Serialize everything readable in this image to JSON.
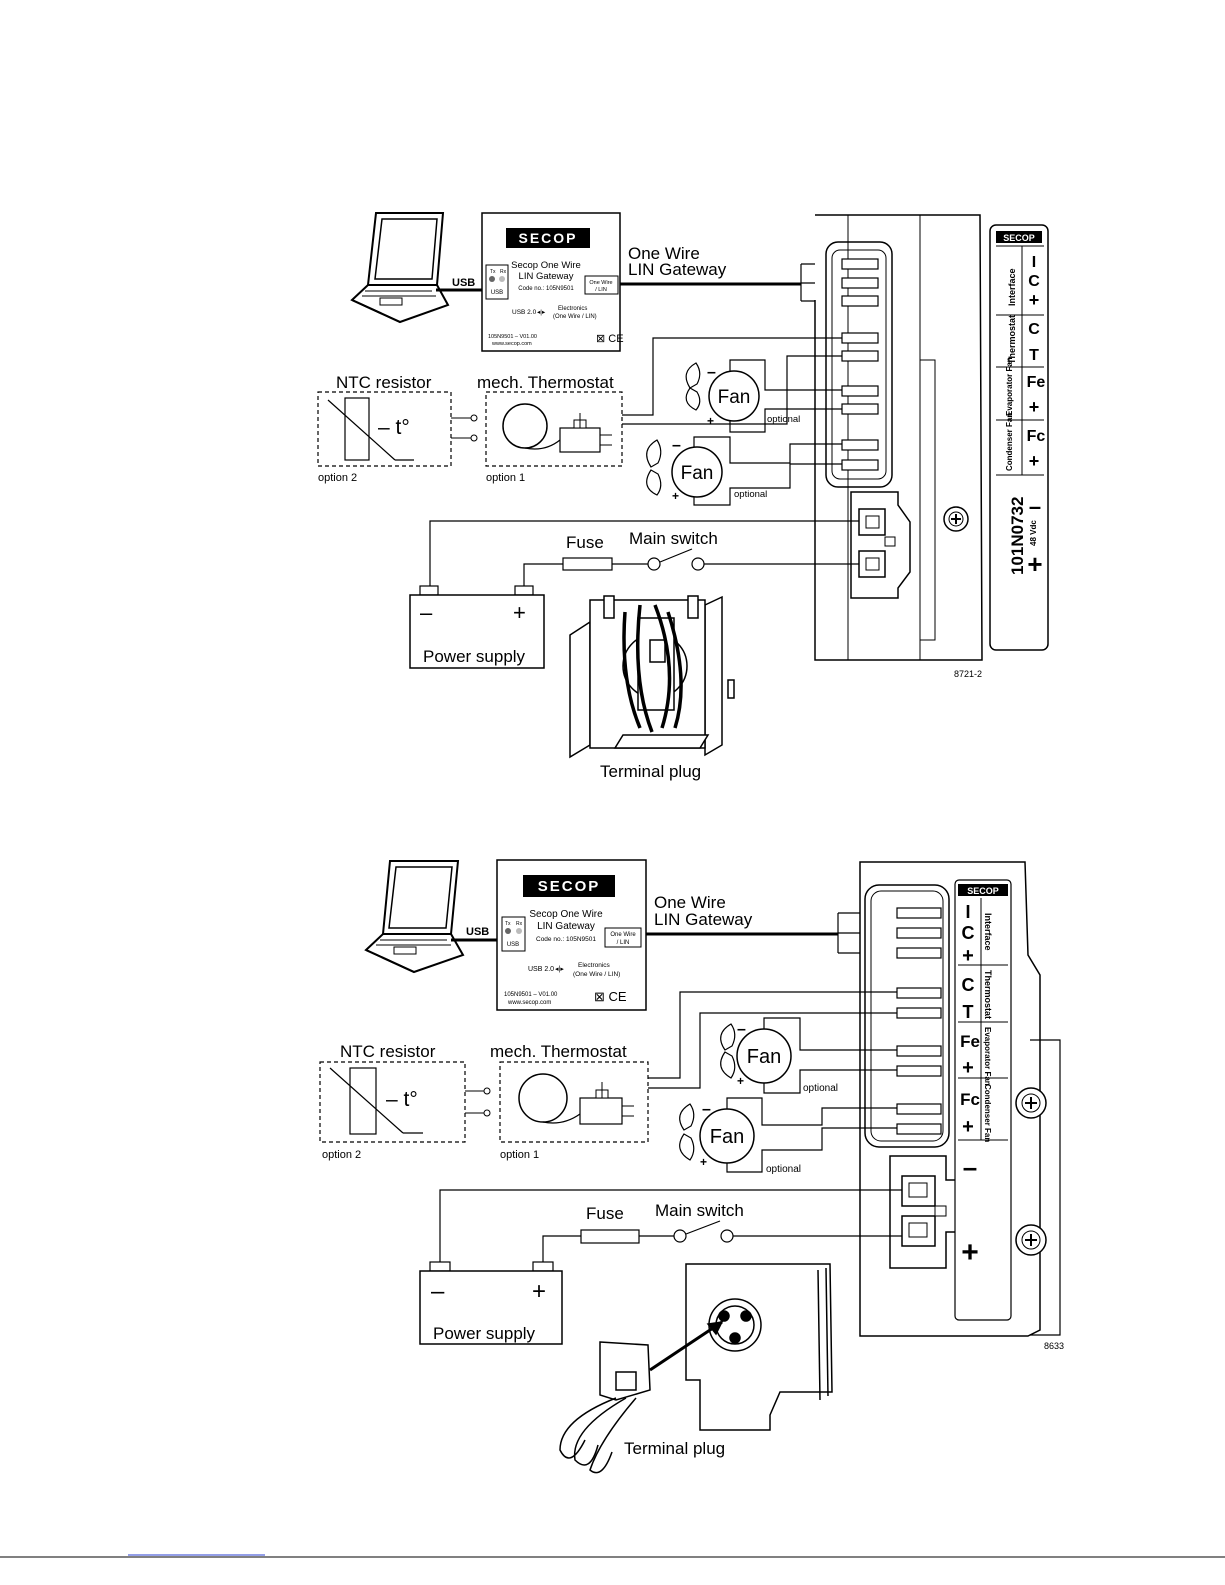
{
  "diagrams": [
    {
      "figure_id": "8721-2",
      "gateway": {
        "brand": "SECOP",
        "title_line1": "Secop One Wire",
        "title_line2": "LIN Gateway",
        "code": "Code no.: 105N9501",
        "onewire_box_line1": "One Wire",
        "onewire_box_line2": "/ LIN",
        "usb_box": "USB",
        "tx": "Tx",
        "rx": "Rx",
        "usb_spec": "USB 2.0",
        "electronics_line1": "Electronics",
        "electronics_line2": "(One Wire / LIN)",
        "version": "105N9501 – V01.00",
        "url": "www.secop.com"
      },
      "usb_label": "USB",
      "one_wire_label_line1": "One Wire",
      "one_wire_label_line2": "LIN Gateway",
      "ntc_title": "NTC resistor",
      "ntc_symbol": "– t°",
      "ntc_option": "option 2",
      "thermostat_title": "mech. Thermostat",
      "thermostat_option": "option 1",
      "fan_label": "Fan",
      "fan_optional": "optional",
      "fuse_label": "Fuse",
      "main_switch_label": "Main switch",
      "power_supply_label": "Power supply",
      "minus": "–",
      "plus": "+",
      "terminal_plug_label": "Terminal plug",
      "panel": {
        "brand": "SECOP",
        "groups": [
          "Interface",
          "Thermostat",
          "Evaporator Fan",
          "Condenser Fan"
        ],
        "interface_terms": [
          "I",
          "C",
          "+"
        ],
        "thermostat_terms": [
          "C",
          "T"
        ],
        "evap_terms": [
          "Fe",
          "+"
        ],
        "cond_terms": [
          "Fc",
          "+"
        ],
        "part_no": "101N0732",
        "voltage": "48 Vdc",
        "pwr_minus": "–",
        "pwr_plus": "+"
      }
    },
    {
      "figure_id": "8633",
      "gateway": {
        "brand": "SECOP",
        "title_line1": "Secop One Wire",
        "title_line2": "LIN Gateway",
        "code": "Code no.: 105N9501",
        "onewire_box_line1": "One Wire",
        "onewire_box_line2": "/ LIN",
        "usb_box": "USB",
        "tx": "Tx",
        "rx": "Rx",
        "usb_spec": "USB 2.0",
        "electronics_line1": "Electronics",
        "electronics_line2": "(One Wire / LIN)",
        "version": "105N9501 – V01.00",
        "url": "www.secop.com"
      },
      "usb_label": "USB",
      "one_wire_label_line1": "One Wire",
      "one_wire_label_line2": "LIN Gateway",
      "ntc_title": "NTC resistor",
      "ntc_symbol": "– t°",
      "ntc_option": "option 2",
      "thermostat_title": "mech. Thermostat",
      "thermostat_option": "option 1",
      "fan_label": "Fan",
      "fan_optional": "optional",
      "fuse_label": "Fuse",
      "main_switch_label": "Main switch",
      "power_supply_label": "Power supply",
      "minus": "–",
      "plus": "+",
      "terminal_plug_label": "Terminal plug",
      "panel": {
        "brand": "SECOP",
        "groups": [
          "Interface",
          "Thermostat",
          "Evaporator Fan",
          "Condenser Fan"
        ],
        "interface_terms": [
          "I",
          "C",
          "+"
        ],
        "thermostat_terms": [
          "C",
          "T"
        ],
        "evap_terms": [
          "Fe",
          "+"
        ],
        "cond_terms": [
          "Fc",
          "+"
        ],
        "pwr_minus": "–",
        "pwr_plus": "+"
      }
    }
  ]
}
